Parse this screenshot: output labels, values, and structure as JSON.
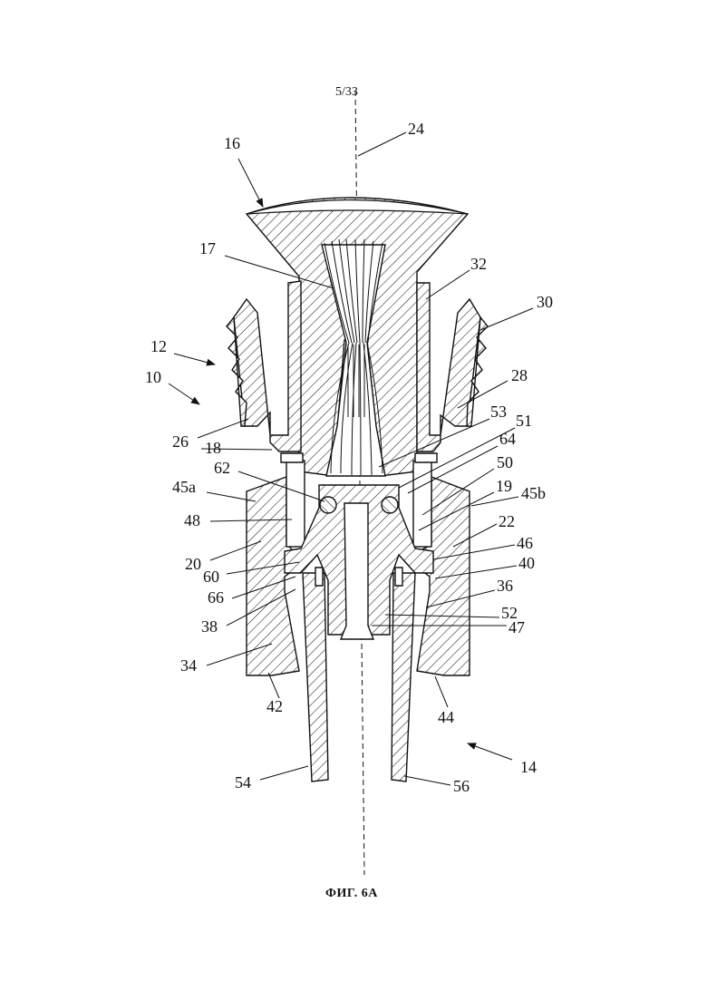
{
  "page_number": "5/33",
  "figure_caption": "ФИГ. 6А",
  "labels": {
    "l16": "16",
    "l24": "24",
    "l17": "17",
    "l32": "32",
    "l30": "30",
    "l12": "12",
    "l10": "10",
    "l28": "28",
    "l26": "26",
    "l53": "53",
    "l51": "51",
    "l18": "18",
    "l64": "64",
    "l62": "62",
    "l50": "50",
    "l45a": "45a",
    "l19": "19",
    "l45b": "45b",
    "l48": "48",
    "l22": "22",
    "l20": "20",
    "l46": "46",
    "l60": "60",
    "l40": "40",
    "l66": "66",
    "l36": "36",
    "l38": "38",
    "l52": "52",
    "l47": "47",
    "l34": "34",
    "l42": "42",
    "l44": "44",
    "l14": "14",
    "l54": "54",
    "l56": "56"
  }
}
